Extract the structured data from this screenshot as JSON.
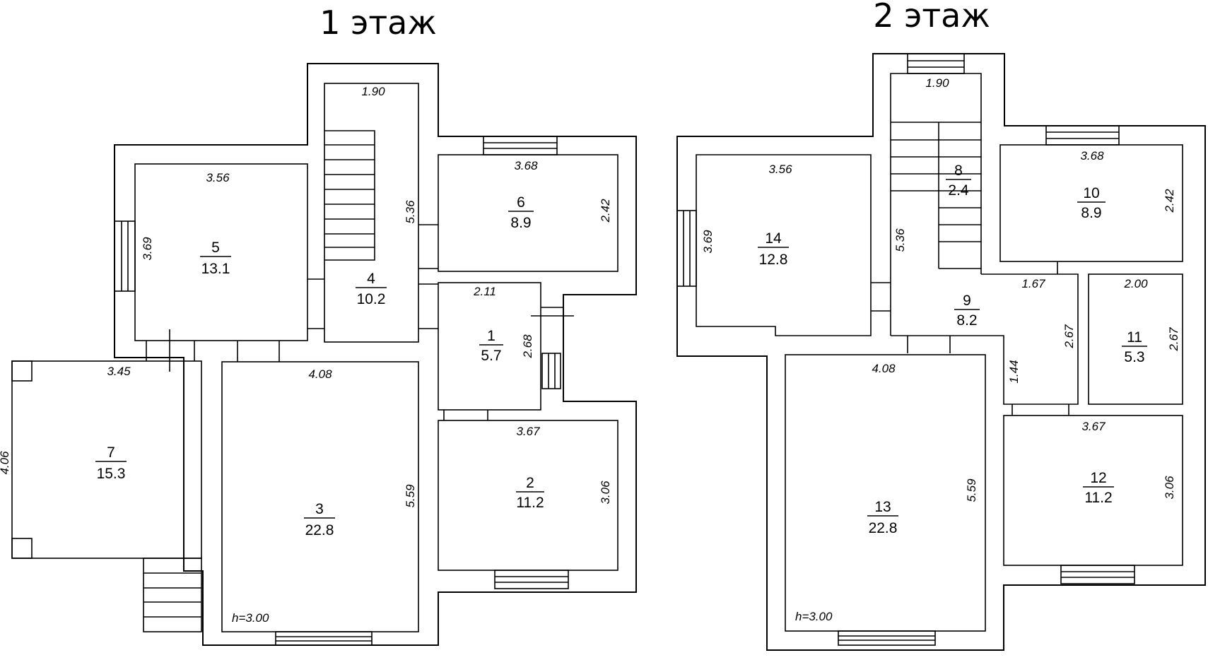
{
  "floor1": {
    "title": "1 этаж",
    "rooms": {
      "r1": {
        "number": "1",
        "area": "5.7"
      },
      "r2": {
        "number": "2",
        "area": "11.2"
      },
      "r3": {
        "number": "3",
        "area": "22.8"
      },
      "r4": {
        "number": "4",
        "area": "10.2"
      },
      "r5": {
        "number": "5",
        "area": "13.1"
      },
      "r6": {
        "number": "6",
        "area": "8.9"
      },
      "r7": {
        "number": "7",
        "area": "15.3"
      }
    },
    "dims": {
      "d190": "1.90",
      "d356": "3.56",
      "d368": "3.68",
      "d536": "5.36",
      "d242": "2.42",
      "d369": "3.69",
      "d211": "2.11",
      "d268": "2.68",
      "d345": "3.45",
      "d408": "4.08",
      "d367": "3.67",
      "d406": "4.06",
      "d559": "5.59",
      "d306": "3.06",
      "height": "h=3.00"
    }
  },
  "floor2": {
    "title": "2 этаж",
    "rooms": {
      "r8": {
        "number": "8",
        "area": "2.4"
      },
      "r9": {
        "number": "9",
        "area": "8.2"
      },
      "r10": {
        "number": "10",
        "area": "8.9"
      },
      "r11": {
        "number": "11",
        "area": "5.3"
      },
      "r12": {
        "number": "12",
        "area": "11.2"
      },
      "r13": {
        "number": "13",
        "area": "22.8"
      },
      "r14": {
        "number": "14",
        "area": "12.8"
      }
    },
    "dims": {
      "d190": "1.90",
      "d356": "3.56",
      "d368": "3.68",
      "d536": "5.36",
      "d242": "2.42",
      "d369": "3.69",
      "d167": "1.67",
      "d200": "2.00",
      "d267a": "2.67",
      "d267b": "2.67",
      "d144": "1.44",
      "d408": "4.08",
      "d367": "3.67",
      "d559": "5.59",
      "d306": "3.06",
      "height": "h=3.00"
    }
  }
}
